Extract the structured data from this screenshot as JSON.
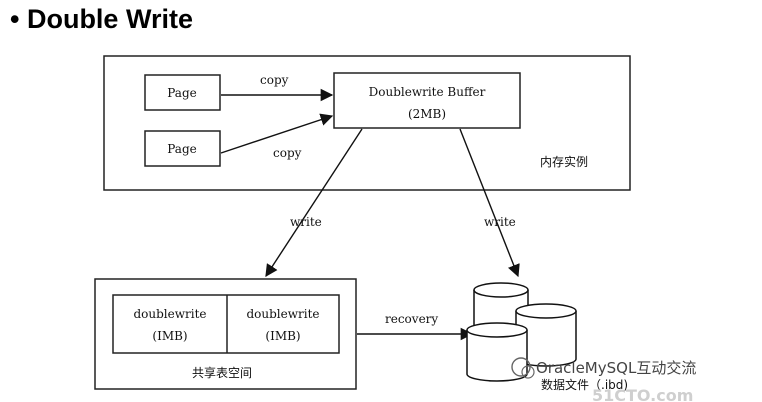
{
  "title": "• Double Write",
  "memory": {
    "page1": "Page",
    "page2": "Page",
    "copy1": "copy",
    "copy2": "copy",
    "buffer_line1": "Doublewrite Buffer",
    "buffer_line2": "(2MB)",
    "region_label": "内存实例"
  },
  "arrows": {
    "write_left": "write",
    "write_right": "write",
    "recovery": "recovery"
  },
  "shared": {
    "block1_line1": "doublewrite",
    "block1_line2": "(IMB)",
    "block2_line1": "doublewrite",
    "block2_line2": "(IMB)",
    "region_label": "共享表空间"
  },
  "datafile": {
    "label": "数据文件（.ibd)"
  },
  "watermark": {
    "wechat": "OracleMySQL互动交流",
    "site": "51CTO.com"
  }
}
